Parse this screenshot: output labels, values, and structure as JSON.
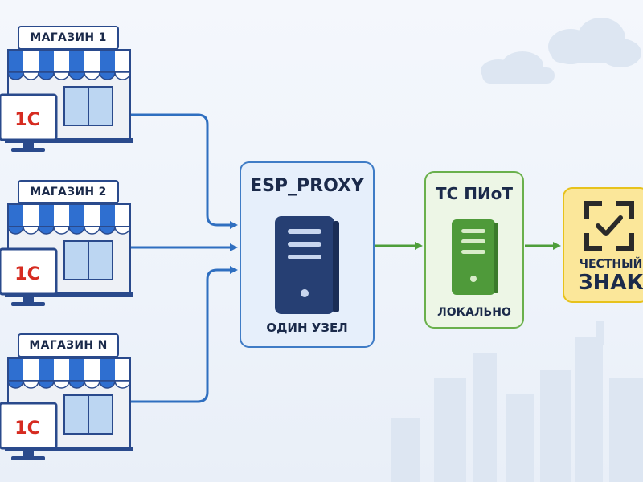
{
  "stores": [
    {
      "label": "МАГАЗИН 1",
      "software": "1С"
    },
    {
      "label": "МАГАЗИН 2",
      "software": "1С"
    },
    {
      "label": "МАГАЗИН N",
      "software": "1С"
    }
  ],
  "proxy": {
    "title": "ESP_PROXY",
    "caption": "ОДИН УЗЕЛ"
  },
  "tc": {
    "title": "ТС ПИоТ",
    "caption": "ЛОКАЛЬНО"
  },
  "chestny_znak": {
    "line1": "ЧЕСТНЫЙ",
    "line2": "ЗНАК"
  },
  "colors": {
    "blue_arrow": "#2f6fc0",
    "green_arrow": "#4e9e3a",
    "awning_blue": "#2f6fd0",
    "onec_red": "#d62b20",
    "server_dark": "#263f73",
    "server_green": "#4f9a3a",
    "cz_yellow": "#fbe79a"
  },
  "icons": {
    "store": "storefront-icon",
    "computer": "monitor-1c-icon",
    "server": "server-icon",
    "cz_logo": "scan-check-icon",
    "cloud": "cloud-icon",
    "city": "city-skyline-icon"
  }
}
